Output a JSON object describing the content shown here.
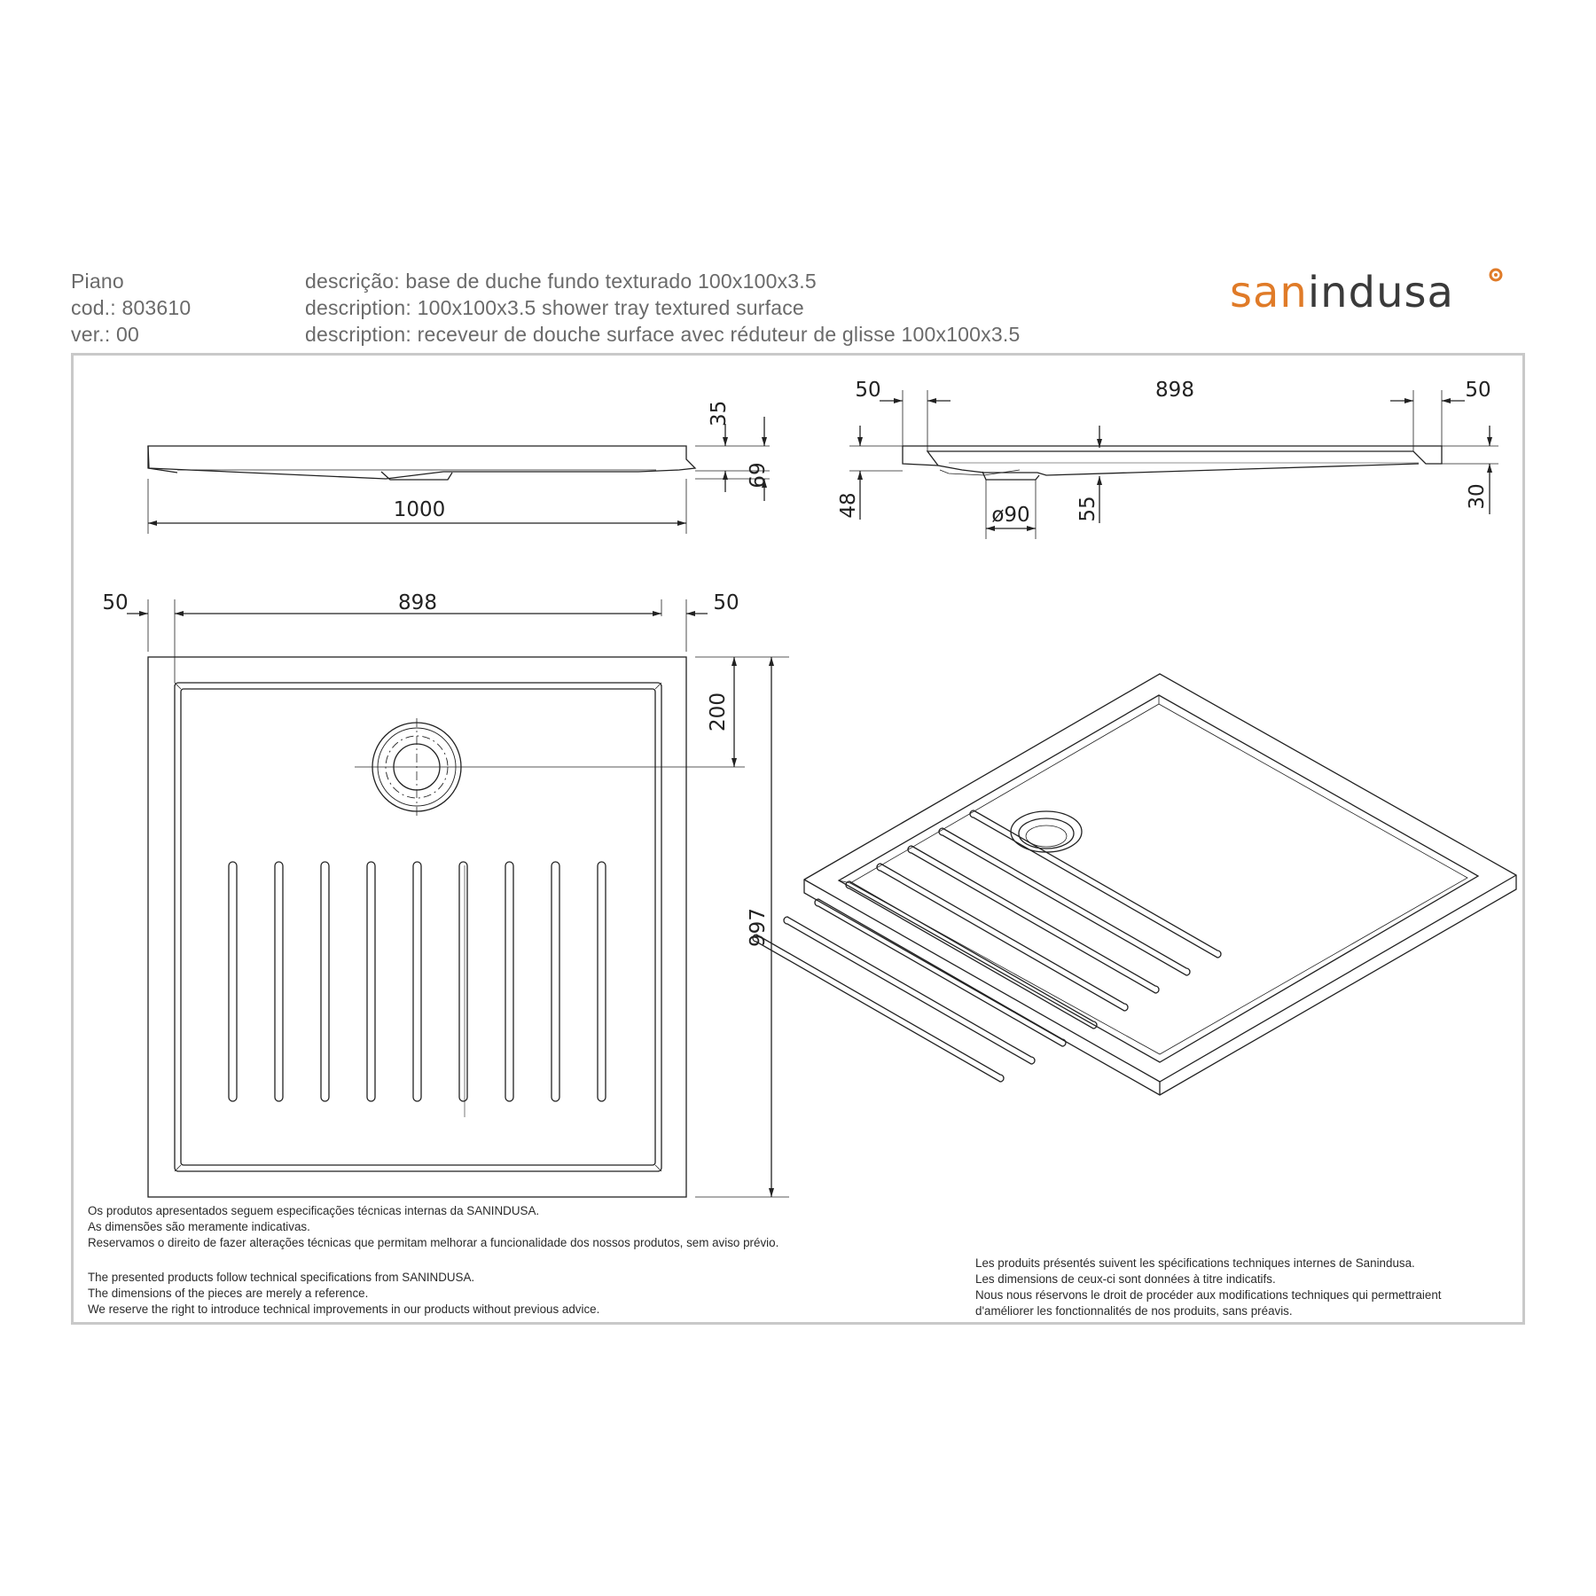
{
  "header": {
    "product_name": "Piano",
    "code": "cod.: 803610",
    "version": "ver.: 00",
    "description_pt": "descrição: base de duche fundo texturado 100x100x3.5",
    "description_en": "description: 100x100x3.5 shower tray textured surface",
    "description_fr": "description: receveur de douche surface avec réduteur de glisse 100x100x3.5"
  },
  "brand": {
    "logo_text_part1": "san",
    "logo_text_part2": "indusa",
    "logo_color": "#e07b28",
    "logo_dark_color": "#3a3a3a"
  },
  "dimensions": {
    "side_view": {
      "height_rim": "35",
      "height_total": "69",
      "length": "1000"
    },
    "section_view": {
      "left_border": "50",
      "inner_width": "898",
      "right_border": "50",
      "left_height": "48",
      "drain_diameter": "ø90",
      "center_depth": "55",
      "right_height": "30"
    },
    "plan_view": {
      "left_border": "50",
      "inner_width": "898",
      "right_border": "50",
      "drain_offset": "200",
      "depth": "997"
    }
  },
  "notes": {
    "pt": [
      "Os produtos apresentados seguem especificações técnicas internas da SANINDUSA.",
      "As dimensões são meramente indicativas.",
      "Reservamos o direito de fazer alterações técnicas que permitam melhorar a funcionalidade dos nossos produtos, sem aviso prévio."
    ],
    "en": [
      "The presented products follow technical specifications from SANINDUSA.",
      "The dimensions of the pieces are merely a reference.",
      "We reserve the right to introduce technical improvements in our products without previous advice."
    ],
    "fr": [
      "Les produits présentés suivent les spécifications techniques internes de Sanindusa.",
      "Les dimensions de ceux-ci sont données à titre indicatifs.",
      "Nous nous réservons le droit de procéder aux modifications techniques qui permettraient",
      "d'améliorer les fonctionnalités de nos produits, sans préavis."
    ]
  }
}
